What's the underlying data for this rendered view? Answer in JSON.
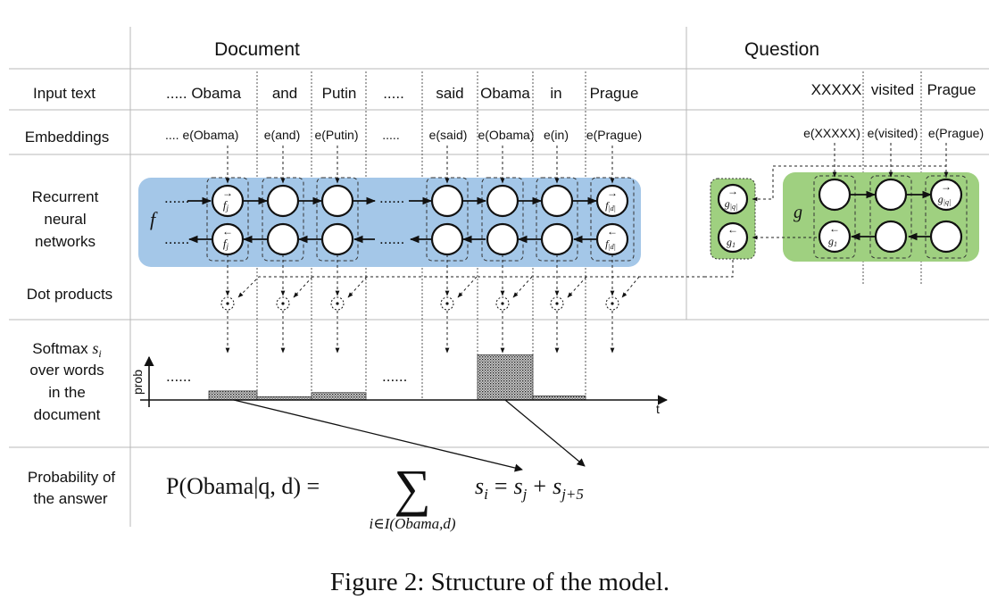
{
  "headers": {
    "document": "Document",
    "question": "Question"
  },
  "row_labels": {
    "input_text": "Input text",
    "embeddings": "Embeddings",
    "rnn": [
      "Recurrent",
      "neural",
      "networks"
    ],
    "dot_products": "Dot products",
    "softmax": [
      "Softmax",
      "over words",
      "in the",
      "document"
    ],
    "softmax_var": "s",
    "softmax_var_sub": "i",
    "probability": [
      "Probability of",
      "the answer"
    ]
  },
  "document_words": [
    "..... Obama",
    "and",
    "Putin",
    ".....",
    "said",
    "Obama",
    "in",
    "Prague"
  ],
  "document_embeddings": [
    ".... e(Obama)",
    "e(and)",
    "e(Putin)",
    ".....",
    "e(said)",
    "e(Obama)",
    "e(in)",
    "e(Prague)"
  ],
  "question_words": [
    "XXXXX",
    "visited",
    "Prague"
  ],
  "question_embeddings": [
    "e(XXXXX)",
    "e(visited)",
    "e(Prague)"
  ],
  "rnn": {
    "doc_function": "f",
    "question_function": "g",
    "ellipsis": "......",
    "fwd_first": "f",
    "fwd_first_sub": "j",
    "fwd_last": "f",
    "fwd_last_sub": "|d|",
    "q_fwd_last": "g",
    "q_fwd_last_sub": "|q|",
    "q_bwd_first": "g",
    "q_bwd_first_sub": "1",
    "arrow_right": "→",
    "arrow_left": "←"
  },
  "softmax_chart": {
    "y_axis_label": "prob",
    "x_axis_label": "t",
    "ellipsis": "......",
    "bar_levels": [
      0.11,
      0.04,
      0.09,
      0.55,
      0.05
    ]
  },
  "formula": {
    "lhs": "P(Obama|q, d) =",
    "sigma": "∑",
    "sum_index": "i∈I(Obama,d)",
    "s_i": "s",
    "s_i_sub": "i",
    "eq": "=",
    "s_j": "s",
    "s_j_sub": "j",
    "plus": "+",
    "s_j5": "s",
    "s_j5_sub": "j+5"
  },
  "caption": "Figure 2: Structure of the model.",
  "colors": {
    "doc_rnn_fill": "#a4c7e8",
    "question_rnn_fill": "#9fd080",
    "grid": "#b8b8b8"
  }
}
